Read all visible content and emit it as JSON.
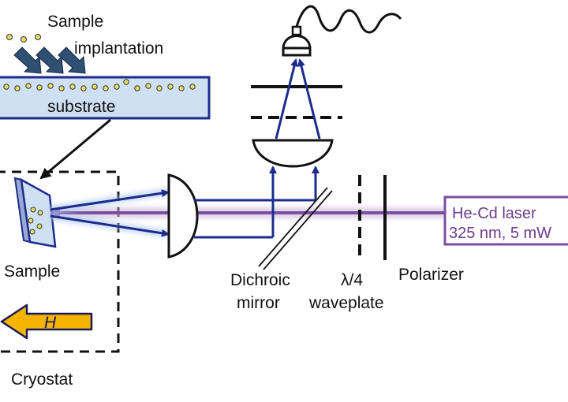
{
  "labels": {
    "sample_implantation_line1": "Sample",
    "sample_implantation_line2": "implantation",
    "substrate": "substrate",
    "sample": "Sample",
    "field": "H",
    "cryostat": "Cryostat",
    "dichroic_line1": "Dichroic",
    "dichroic_line2": "mirror",
    "waveplate_line1": "λ/4",
    "waveplate_line2": "waveplate",
    "polarizer": "Polarizer",
    "laser_line1": "He-Cd laser",
    "laser_line2": "325 nm, 5 mW"
  },
  "colors": {
    "beam_blue": "#1d2b8c",
    "laser_purple": "#7b4fa0",
    "substrate_fill": "#cfe0f3",
    "substrate_stroke": "#1d2b8c",
    "implant_arrow": "#2f4f73",
    "dots": "#e6dc6a",
    "field_arrow_fill": "#f4b400",
    "field_arrow_stroke": "#1a1a5a",
    "black": "#111111"
  }
}
